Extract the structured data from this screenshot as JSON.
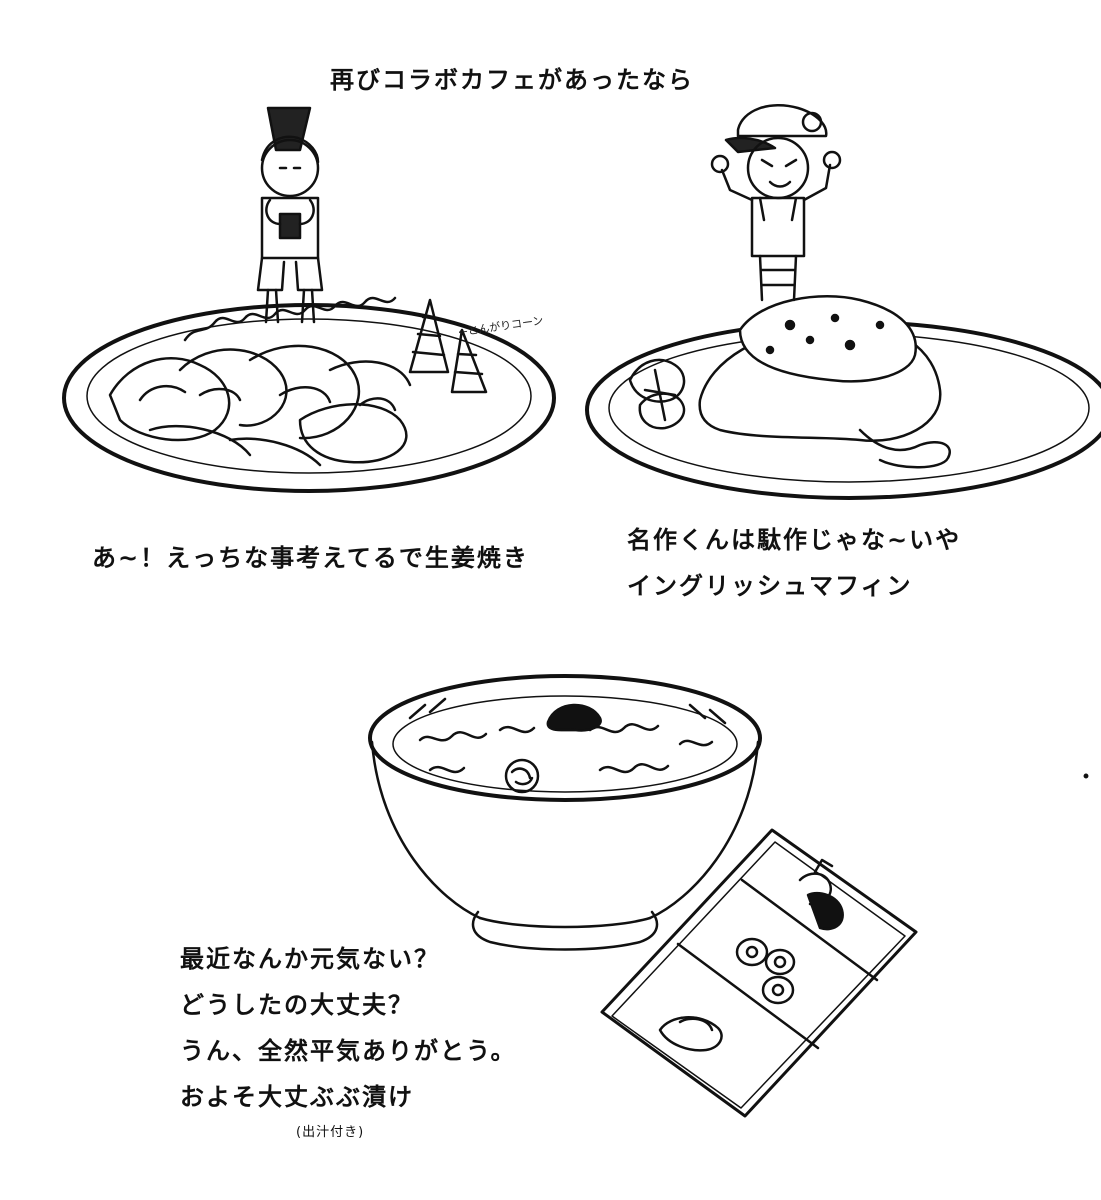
{
  "title": "再びコラボカフェがあったなら",
  "dishes": {
    "ginger": {
      "caption": "あ~！えっちな事考えてるで生姜焼き",
      "note": "←とんがりコーン"
    },
    "muffin": {
      "caption_line1": "名作くんは駄作じゃな~いや",
      "caption_line2": "イングリッシュマフィン"
    },
    "bubuzuke": {
      "lines": [
        "最近なんか元気ない？",
        "どうしたの大丈夫？",
        "うん、全然平気ありがとう。",
        "およそ大丈ぶぶ漬け"
      ],
      "note": "(出汁付き)"
    }
  }
}
